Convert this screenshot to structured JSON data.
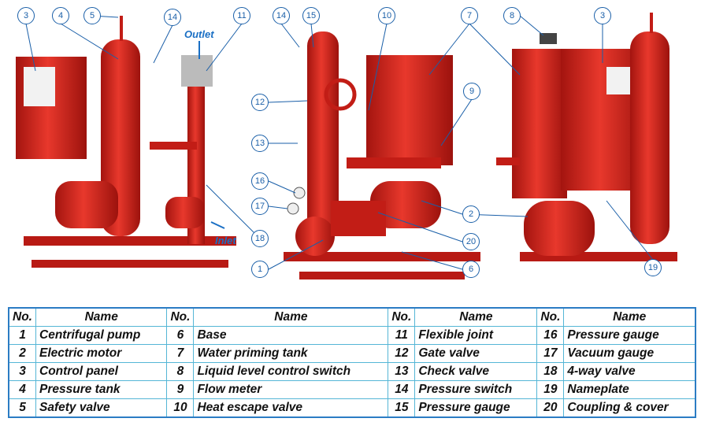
{
  "flow_labels": {
    "outlet": "Outlet",
    "inlet": "Inlet"
  },
  "callouts": {
    "left": [
      "3",
      "4",
      "5",
      "14",
      "11",
      "18"
    ],
    "middle": [
      "14",
      "15",
      "10",
      "7",
      "12",
      "13",
      "9",
      "16",
      "17",
      "2",
      "20",
      "1",
      "6"
    ],
    "right": [
      "8",
      "3",
      "19"
    ]
  },
  "colors": {
    "equipment_red": "#d8261e",
    "callout_blue": "#1a5fa8",
    "table_border": "#2b7cc4",
    "table_grid": "#55b6d6"
  },
  "table": {
    "headers": [
      "No.",
      "Name",
      "No.",
      "Name",
      "No.",
      "Name",
      "No.",
      "Name"
    ],
    "rows": [
      [
        [
          "1",
          "Centrifugal pump"
        ],
        [
          "6",
          "Base"
        ],
        [
          "11",
          "Flexible joint"
        ],
        [
          "16",
          "Pressure gauge"
        ]
      ],
      [
        [
          "2",
          "Electric motor"
        ],
        [
          "7",
          "Water priming tank"
        ],
        [
          "12",
          "Gate valve"
        ],
        [
          "17",
          "Vacuum gauge"
        ]
      ],
      [
        [
          "3",
          "Control panel"
        ],
        [
          "8",
          "Liquid level control switch"
        ],
        [
          "13",
          "Check valve"
        ],
        [
          "18",
          "4-way valve"
        ]
      ],
      [
        [
          "4",
          "Pressure tank"
        ],
        [
          "9",
          "Flow meter"
        ],
        [
          "14",
          "Pressure switch"
        ],
        [
          "19",
          "Nameplate"
        ]
      ],
      [
        [
          "5",
          "Safety valve"
        ],
        [
          "10",
          "Heat escape valve"
        ],
        [
          "15",
          "Pressure gauge"
        ],
        [
          "20",
          "Coupling & cover"
        ]
      ]
    ]
  }
}
